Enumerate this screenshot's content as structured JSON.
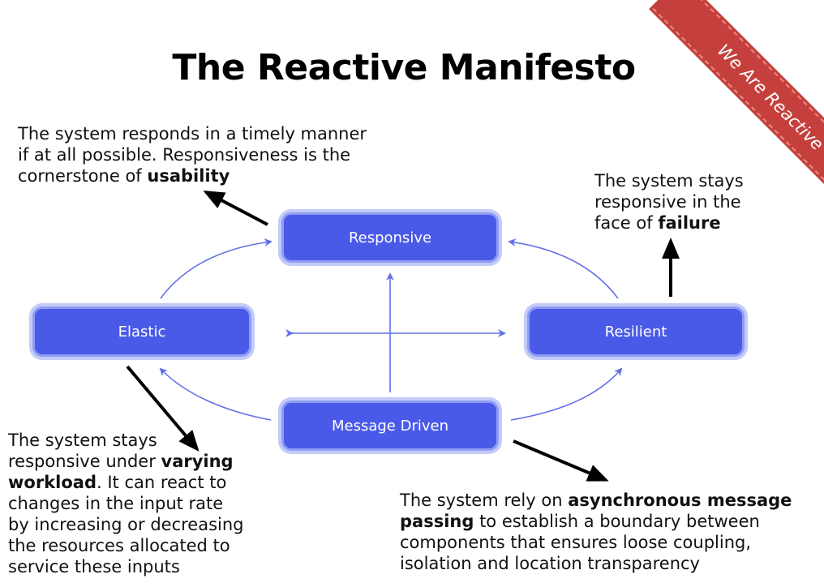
{
  "title": "The Reactive Manifesto",
  "ribbon": "We Are Reactive",
  "nodes": {
    "responsive": "Responsive",
    "elastic": "Elastic",
    "resilient": "Resilient",
    "message_driven": "Message Driven"
  },
  "notes": {
    "responsive": {
      "line1": "The system responds in a timely manner",
      "line2": "if at all possible. Responsiveness is the",
      "line3_pre": "cornerstone of ",
      "line3_bold": "usability"
    },
    "resilient": {
      "line1": "The system stays",
      "line2": "responsive in the",
      "line3_pre": "face of ",
      "line3_bold": "failure"
    },
    "elastic": {
      "line1": "The system stays",
      "line2_pre": "responsive under ",
      "line2_bold": "varying",
      "line3_bold": "workload",
      "line3_post": ". It can react to",
      "line4": "changes in the input rate",
      "line5": "by increasing or decreasing",
      "line6": "the resources allocated to",
      "line7": "service these inputs"
    },
    "message_driven": {
      "line1_pre": "The system rely on ",
      "line1_bold": "asynchronous message",
      "line2_bold": "passing",
      "line2_post": " to establish a boundary between",
      "line3": "components that ensures loose coupling,",
      "line4": "isolation and location transparency"
    }
  },
  "colors": {
    "node_fill": "#4a5ae8",
    "node_glow": "#c3cbf7",
    "connector": "#6470e6",
    "pointer_arrow": "#000000",
    "ribbon": "#c5403c"
  }
}
